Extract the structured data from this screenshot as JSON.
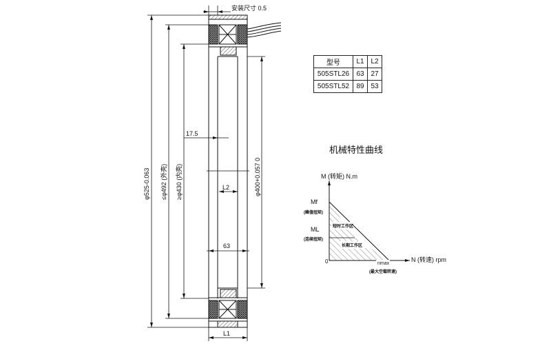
{
  "drawing": {
    "top_note": "安装尺寸 0.5",
    "dim_outer": "φ525-0.063",
    "dim_492": "≤φ492 (外壳)",
    "dim_430": "≥φ430 (内壳)",
    "dim_400": "φ400+0.057 0",
    "dim_17_5": "17.5",
    "dim_L2": "L2",
    "dim_63": "63",
    "dim_L1": "L1"
  },
  "table": {
    "header": [
      "型号",
      "L1",
      "L2"
    ],
    "rows": [
      [
        "505STL26",
        "63",
        "27"
      ],
      [
        "505STL52",
        "89",
        "53"
      ]
    ]
  },
  "curve": {
    "title": "机械特性曲线",
    "y_label": "M (转矩) N.m",
    "mf_label": "Mf",
    "mf_sub": "(峰值扭矩)",
    "ml_label": "ML",
    "ml_sub": "(连续扭矩)",
    "zone_short": "短时工作区",
    "zone_long": "长期工作区",
    "origin": "0",
    "x_label": "N (转速) rpm",
    "nmax_label": "nmax",
    "nmax_sub": "(最大空载转速)"
  }
}
